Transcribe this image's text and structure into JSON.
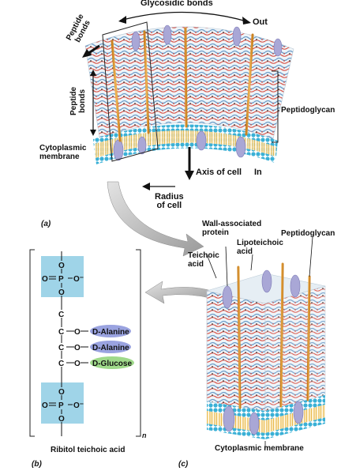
{
  "labels": {
    "glycosidic_bonds": "Glycosidic bonds",
    "out": "Out",
    "peptide_bonds_top": "Peptide\nbonds",
    "peptide_bonds_side": "Peptide\nbonds",
    "peptidoglycan_a": "Peptidoglycan",
    "cytoplasmic_membrane_a": "Cytoplasmic\nmembrane",
    "axis_of_cell": "Axis of cell",
    "in": "In",
    "radius_of_cell": "Radius\nof cell",
    "panel_a": "(a)",
    "panel_b": "(b)",
    "panel_c": "(c)",
    "wall_associated_protein": "Wall-associated\nprotein",
    "peptidoglycan_c": "Peptidoglycan",
    "lipoteichoic_acid": "Lipoteichoic\nacid",
    "teichoic_acid": "Teichoic\nacid",
    "cytoplasmic_membrane_c": "Cytoplasmic membrane",
    "ribitol_teichoic_acid": "Ribitol teichoic acid",
    "subscript_n": "n"
  },
  "chem": {
    "O": "O",
    "P": "P",
    "C": "C",
    "Ominus": "O⁻",
    "o_eq": "O",
    "d_alanine_1": "D-Alanine",
    "d_alanine_2": "D-Alanine",
    "d_glucose": "D-Glucose"
  },
  "colors": {
    "phosphate_box": "#9fd4e8",
    "alanine_oval": "#9aa3e0",
    "glucose_oval": "#9fd98a",
    "teichoic_rod": "#e8a53a",
    "protein": "#a9a7d6",
    "membrane_head": "#3ab0d6",
    "membrane_tail": "#e8b84a",
    "peptide_red": "#d9483b",
    "glycan_blue": "#6a9cc9"
  }
}
